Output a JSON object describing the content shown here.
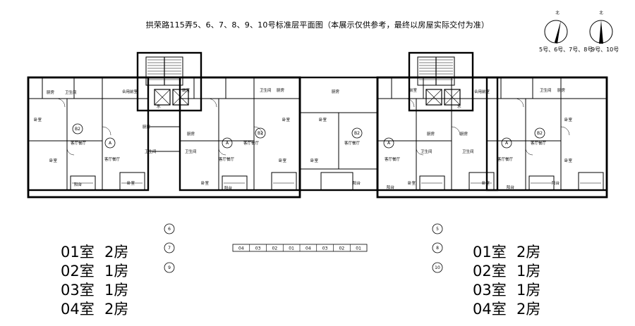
{
  "title": "拱荣路115弄5、6、7、8、9、10号标准层平面图（本展示仅供参考，最终以房屋实际交付为准）",
  "compass": [
    {
      "north": "北",
      "label": "5号、6号、7号、8号"
    },
    {
      "north": "北",
      "label": "9号、10号"
    }
  ],
  "rooms": {
    "bedroom": "卧室",
    "living": "客厅餐厅",
    "kitchen": "厨房",
    "bath": "卫生间",
    "balcony": "阳台",
    "platform": "合用前室",
    "front": "前室",
    "water": "水"
  },
  "unit_tags": {
    "a": "A",
    "b2": "B2"
  },
  "building_nums_left": [
    "6",
    "7",
    "9"
  ],
  "building_nums_right": [
    "5",
    "8",
    "10"
  ],
  "room_strip": [
    "04",
    "03",
    "02",
    "01",
    "04",
    "03",
    "02",
    "01"
  ],
  "legend_left": [
    {
      "room": "01室",
      "type": "2房"
    },
    {
      "room": "02室",
      "type": "1房"
    },
    {
      "room": "03室",
      "type": "1房"
    },
    {
      "room": "04室",
      "type": "2房"
    }
  ],
  "legend_right": [
    {
      "room": "01室",
      "type": "2房"
    },
    {
      "room": "02室",
      "type": "1房"
    },
    {
      "room": "03室",
      "type": "1房"
    },
    {
      "room": "04室",
      "type": "2房"
    }
  ]
}
